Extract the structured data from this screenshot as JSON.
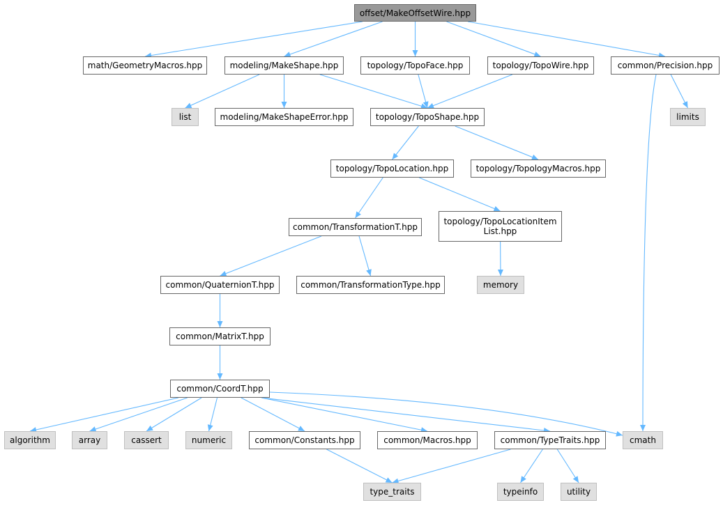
{
  "colors": {
    "edge": "#63b8ff",
    "root_fill": "#999999",
    "system_fill": "#e0e0e0",
    "node_border": "#666666"
  },
  "nodes": {
    "root": "offset/MakeOffsetWire.hpp",
    "geometry_macros": "math/GeometryMacros.hpp",
    "make_shape": "modeling/MakeShape.hpp",
    "topo_face": "topology/TopoFace.hpp",
    "topo_wire": "topology/TopoWire.hpp",
    "precision": "common/Precision.hpp",
    "list": "list",
    "make_shape_error": "modeling/MakeShapeError.hpp",
    "topo_shape": "topology/TopoShape.hpp",
    "limits": "limits",
    "topo_location": "topology/TopoLocation.hpp",
    "topology_macros": "topology/TopologyMacros.hpp",
    "transformation_t": "common/TransformationT.hpp",
    "topo_location_item_list": "topology/TopoLocationItem\nList.hpp",
    "quaternion_t": "common/QuaternionT.hpp",
    "transformation_type": "common/TransformationType.hpp",
    "memory": "memory",
    "matrix_t": "common/MatrixT.hpp",
    "coord_t": "common/CoordT.hpp",
    "algorithm": "algorithm",
    "array": "array",
    "cassert": "cassert",
    "numeric": "numeric",
    "constants": "common/Constants.hpp",
    "macros": "common/Macros.hpp",
    "type_traits_hpp": "common/TypeTraits.hpp",
    "cmath": "cmath",
    "type_traits": "type_traits",
    "typeinfo": "typeinfo",
    "utility": "utility"
  },
  "edges": [
    [
      "root",
      "geometry_macros"
    ],
    [
      "root",
      "make_shape"
    ],
    [
      "root",
      "topo_face"
    ],
    [
      "root",
      "topo_wire"
    ],
    [
      "root",
      "precision"
    ],
    [
      "make_shape",
      "list"
    ],
    [
      "make_shape",
      "make_shape_error"
    ],
    [
      "make_shape",
      "topo_shape"
    ],
    [
      "topo_face",
      "topo_shape"
    ],
    [
      "topo_wire",
      "topo_shape"
    ],
    [
      "precision",
      "limits"
    ],
    [
      "precision",
      "cmath"
    ],
    [
      "topo_shape",
      "topo_location"
    ],
    [
      "topo_shape",
      "topology_macros"
    ],
    [
      "topo_location",
      "transformation_t"
    ],
    [
      "topo_location",
      "topo_location_item_list"
    ],
    [
      "transformation_t",
      "quaternion_t"
    ],
    [
      "transformation_t",
      "transformation_type"
    ],
    [
      "topo_location_item_list",
      "memory"
    ],
    [
      "quaternion_t",
      "matrix_t"
    ],
    [
      "matrix_t",
      "coord_t"
    ],
    [
      "coord_t",
      "algorithm"
    ],
    [
      "coord_t",
      "array"
    ],
    [
      "coord_t",
      "cassert"
    ],
    [
      "coord_t",
      "numeric"
    ],
    [
      "coord_t",
      "constants"
    ],
    [
      "coord_t",
      "macros"
    ],
    [
      "coord_t",
      "type_traits_hpp"
    ],
    [
      "coord_t",
      "cmath"
    ],
    [
      "constants",
      "type_traits"
    ],
    [
      "type_traits_hpp",
      "type_traits"
    ],
    [
      "type_traits_hpp",
      "typeinfo"
    ],
    [
      "type_traits_hpp",
      "utility"
    ]
  ]
}
